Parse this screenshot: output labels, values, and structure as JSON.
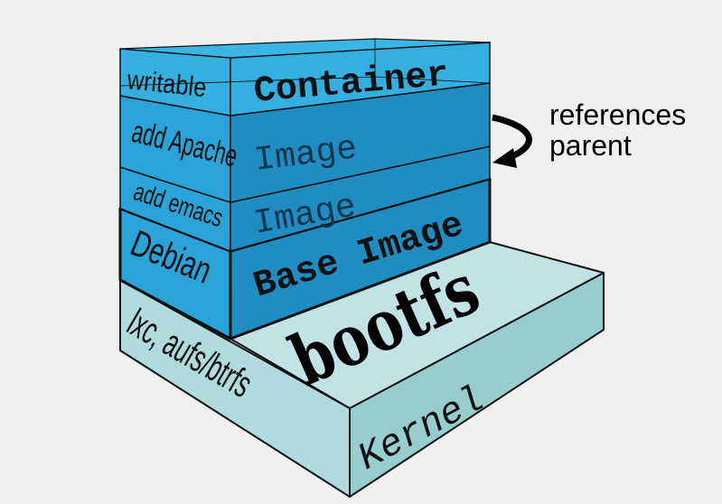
{
  "layers": {
    "container": {
      "side_label": "writable",
      "face_label": "Container"
    },
    "image_apache": {
      "side_label": "add Apache",
      "face_label": "Image"
    },
    "image_emacs": {
      "side_label": "add emacs",
      "face_label": "Image"
    },
    "base": {
      "side_label": "Debian",
      "face_label": "Base Image"
    },
    "kernel": {
      "side_label": "lxc, aufs/btrfs",
      "face_label": "Kernel",
      "top_label": "bootfs"
    }
  },
  "annotation": {
    "line1": "references",
    "line2": "parent"
  },
  "colors": {
    "container": "#35aee0",
    "image_side": "#2aa3d8",
    "image_face": "#1f8dc2",
    "kernel_side": "#b0dadc",
    "kernel_face": "#98cdd0",
    "kernel_top": "#c2e3e5",
    "background": "#f0f0f0"
  }
}
